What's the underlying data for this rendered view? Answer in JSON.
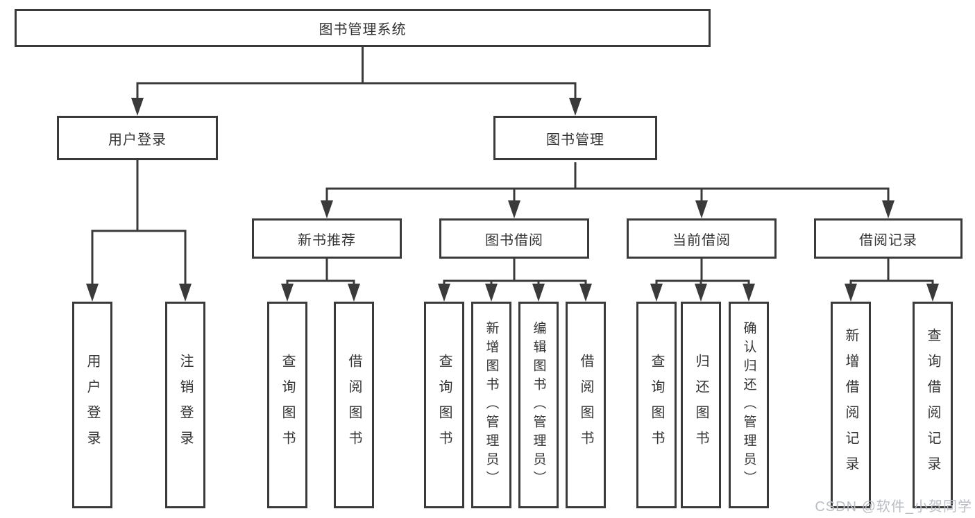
{
  "diagram": {
    "root": "图书管理系统",
    "level2": [
      "用户登录",
      "图书管理"
    ],
    "level3": [
      "新书推荐",
      "图书借阅",
      "当前借阅",
      "借阅记录"
    ],
    "leaves": {
      "user_login": [
        "用户登录",
        "注销登录"
      ],
      "new_book_recommend": [
        "查询图书",
        "借阅图书"
      ],
      "book_borrow": [
        "查询图书",
        "新增图书（管理员）",
        "编辑图书（管理员）",
        "借阅图书"
      ],
      "current_borrow": [
        "查询图书",
        "归还图书",
        "确认归还（管理员）"
      ],
      "borrow_records": [
        "新增借阅记录",
        "查询借阅记录"
      ]
    },
    "watermark": "CSDN @软件_小贺同学",
    "colors": {
      "line": "#3a3a3a",
      "text": "#333333",
      "watermark": "#b9bdc4",
      "background": "#ffffff"
    }
  }
}
